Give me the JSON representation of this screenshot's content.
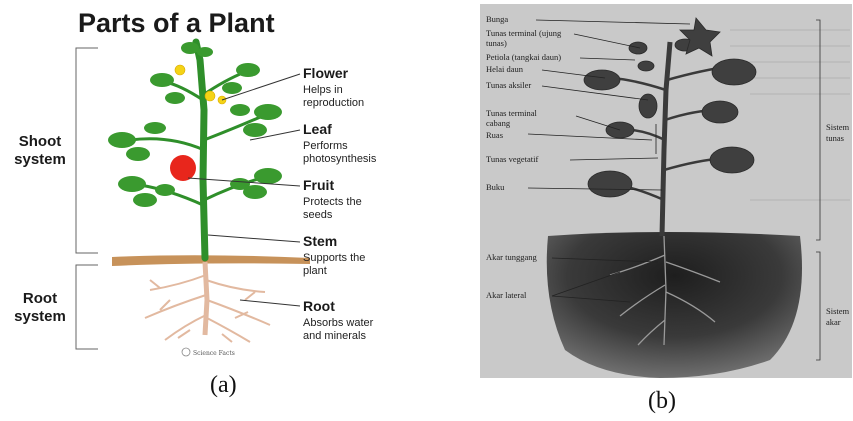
{
  "panel_a": {
    "title": "Parts of a Plant",
    "shoot_system": [
      "Shoot",
      "system"
    ],
    "root_system": [
      "Root",
      "system"
    ],
    "parts": [
      {
        "name": "Flower",
        "desc": [
          "Helps in",
          "reproduction"
        ]
      },
      {
        "name": "Leaf",
        "desc": [
          "Performs",
          "photosynthesis"
        ]
      },
      {
        "name": "Fruit",
        "desc": [
          "Protects the",
          "seeds"
        ]
      },
      {
        "name": "Stem",
        "desc": [
          "Supports the",
          "plant"
        ]
      },
      {
        "name": "Root",
        "desc": [
          "Absorbs water",
          "and minerals"
        ]
      }
    ],
    "logo": "Science Facts",
    "caption": "(a)",
    "colors": {
      "leaf": "#3a9a2f",
      "stem": "#2f8f2a",
      "fruit": "#e8261c",
      "flower": "#f4d316",
      "soil": "#c7925a",
      "root": "#e2b9a0"
    }
  },
  "panel_b": {
    "labels": [
      "Bunga",
      "Tunas terminal (ujung",
      "tunas)",
      "Petiola (tangkai daun)",
      "Helai daun",
      "Tunas aksiler",
      "Tunas terminal",
      "cabang",
      "Ruas",
      "Tunas vegetatif",
      "Buku",
      "Akar tunggang",
      "Akar lateral"
    ],
    "system_labels": {
      "shoot": [
        "Sistem",
        "tunas"
      ],
      "root": [
        "Sistem",
        "akar"
      ]
    },
    "caption": "(b)"
  }
}
